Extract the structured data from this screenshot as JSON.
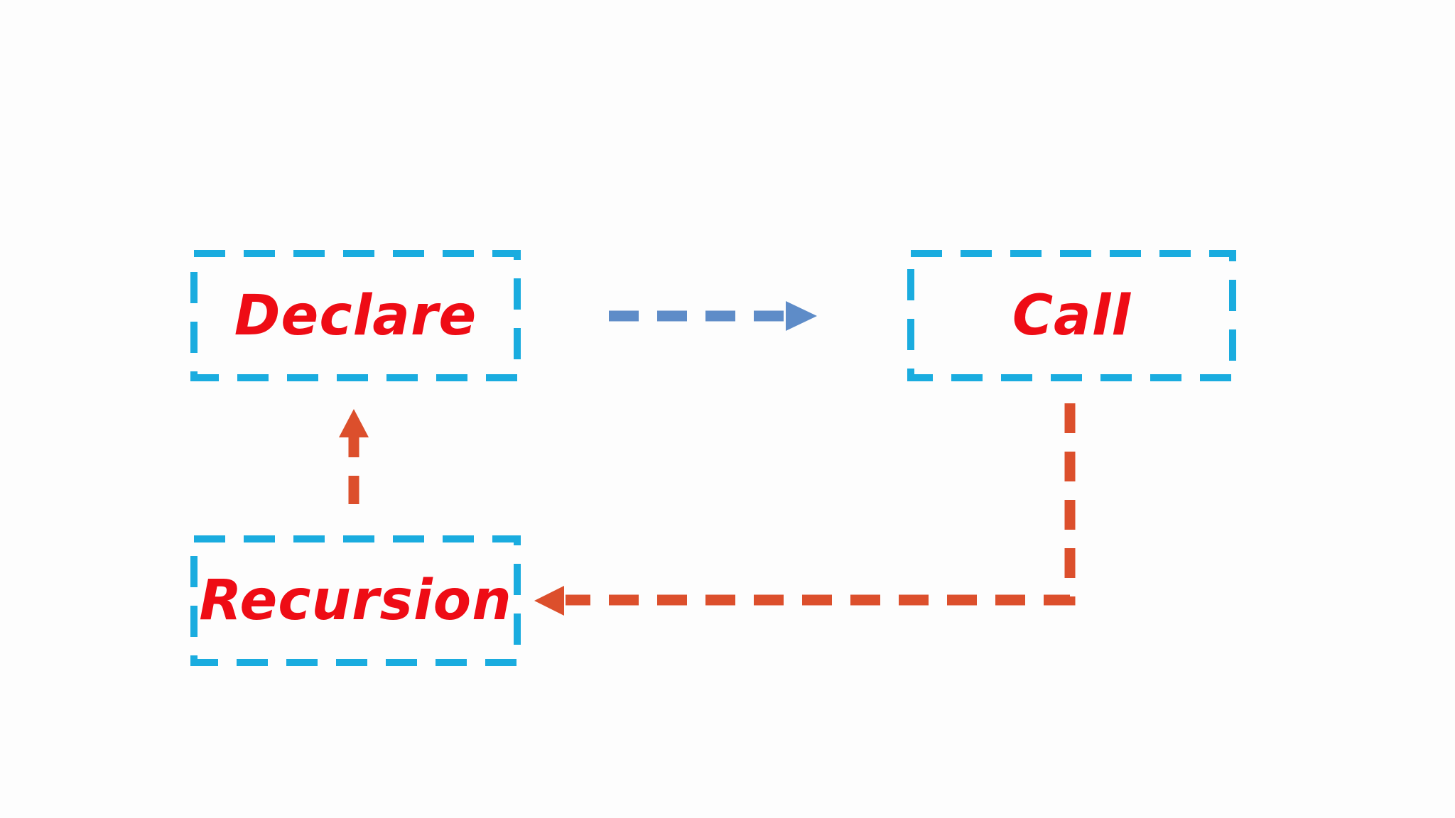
{
  "diagram": {
    "title": "recursion-flow-diagram",
    "nodes": [
      {
        "id": "declare",
        "label": "Declare"
      },
      {
        "id": "call",
        "label": "Call"
      },
      {
        "id": "recursion",
        "label": "Recursion"
      }
    ],
    "edges": [
      {
        "from": "declare",
        "to": "call",
        "style": "dashed",
        "color": "#5E8CC8"
      },
      {
        "from": "recursion",
        "to": "declare",
        "style": "dashed",
        "color": "#DC4F2C"
      },
      {
        "from": "call",
        "to": "recursion",
        "style": "dashed-elbow",
        "color": "#DC4F2C"
      }
    ]
  },
  "colors": {
    "background": "#FDFDFD",
    "box_border": "#1AACDF",
    "label_red": "#EE0C15",
    "edge_blue": "#5E8CC8",
    "edge_red": "#DC4F2C"
  }
}
